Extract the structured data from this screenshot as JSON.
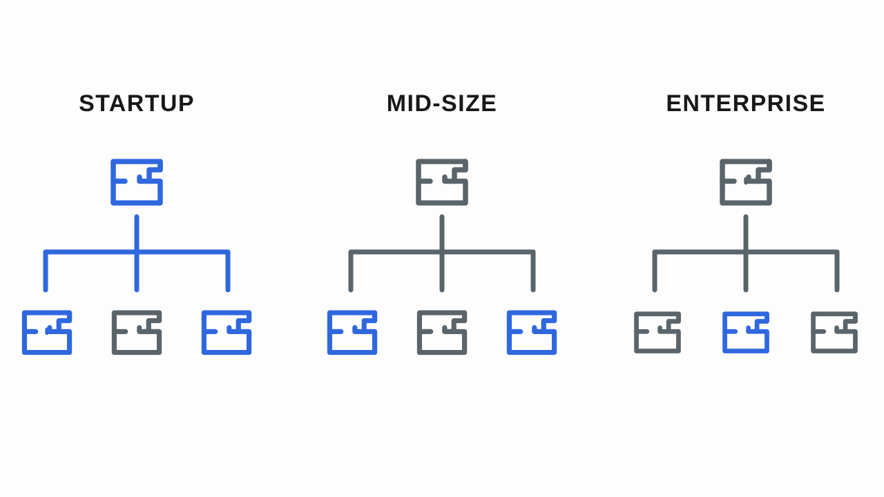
{
  "page": {
    "background_color": "#fdfdfd",
    "title": "Company Size Org Structure Comparison"
  },
  "colors": {
    "blue": "#2f68de",
    "gray": "#5a646b",
    "title_text": "#181818",
    "background": "#fdfdfd"
  },
  "columns": [
    {
      "id": "startup",
      "title": "STARTUP",
      "connector_color": "#2f68de",
      "parent": {
        "icon": "node-module-icon",
        "color": "#2f68de",
        "has_center_dot": false
      },
      "children": [
        {
          "icon": "node-module-icon",
          "color": "#2f68de",
          "has_center_dot": true
        },
        {
          "icon": "node-module-icon",
          "color": "#5a646b",
          "has_center_dot": false
        },
        {
          "icon": "node-module-icon",
          "color": "#2f68de",
          "has_center_dot": false
        }
      ]
    },
    {
      "id": "mid-size",
      "title": "MID-SIZE",
      "connector_color": "#5a646b",
      "parent": {
        "icon": "node-module-icon",
        "color": "#5a646b",
        "has_center_dot": false
      },
      "children": [
        {
          "icon": "node-module-icon",
          "color": "#2f68de",
          "has_center_dot": false
        },
        {
          "icon": "node-module-icon",
          "color": "#5a646b",
          "has_center_dot": false
        },
        {
          "icon": "node-module-icon",
          "color": "#2f68de",
          "has_center_dot": false
        }
      ]
    },
    {
      "id": "enterprise",
      "title": "ENTERPRISE",
      "connector_color": "#5a646b",
      "parent": {
        "icon": "node-module-icon",
        "color": "#5a646b",
        "has_center_dot": true
      },
      "children": [
        {
          "icon": "node-module-icon",
          "color": "#5a646b",
          "has_center_dot": false
        },
        {
          "icon": "node-module-icon",
          "color": "#2f68de",
          "has_center_dot": false
        },
        {
          "icon": "node-module-icon",
          "color": "#5a646b",
          "has_center_dot": false
        }
      ]
    }
  ]
}
